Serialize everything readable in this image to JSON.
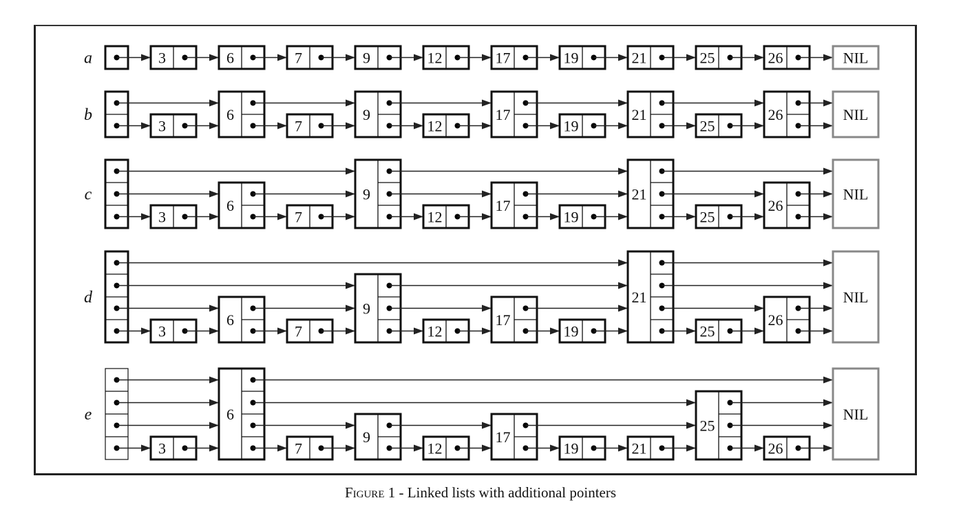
{
  "figure": {
    "caption_prefix": "Figure",
    "caption_rest": " 1 - Linked lists with additional pointers"
  },
  "nil_label": "NIL",
  "columns": [
    "head",
    "3",
    "6",
    "7",
    "9",
    "12",
    "17",
    "19",
    "21",
    "25",
    "26",
    "NIL"
  ],
  "rows": [
    {
      "label": "a",
      "levels": [
        1,
        1,
        1,
        1,
        1,
        1,
        1,
        1,
        1,
        1,
        1
      ],
      "header_thin": false,
      "split_key_cell": false
    },
    {
      "label": "b",
      "levels": [
        2,
        1,
        2,
        1,
        2,
        1,
        2,
        1,
        2,
        1,
        2
      ],
      "header_thin": false,
      "split_key_cell": false
    },
    {
      "label": "c",
      "levels": [
        3,
        1,
        2,
        1,
        3,
        1,
        2,
        1,
        3,
        1,
        2
      ],
      "header_thin": false,
      "split_key_cell": false
    },
    {
      "label": "d",
      "levels": [
        4,
        1,
        2,
        1,
        3,
        1,
        2,
        1,
        4,
        1,
        2
      ],
      "header_thin": false,
      "split_key_cell": false
    },
    {
      "label": "e",
      "levels": [
        4,
        1,
        4,
        1,
        2,
        1,
        2,
        1,
        1,
        3,
        1
      ],
      "header_thin": true,
      "split_key_cell": false
    }
  ],
  "colors": {
    "node_border": "#111111",
    "nil_border": "#888888",
    "arrow": "#222222"
  }
}
